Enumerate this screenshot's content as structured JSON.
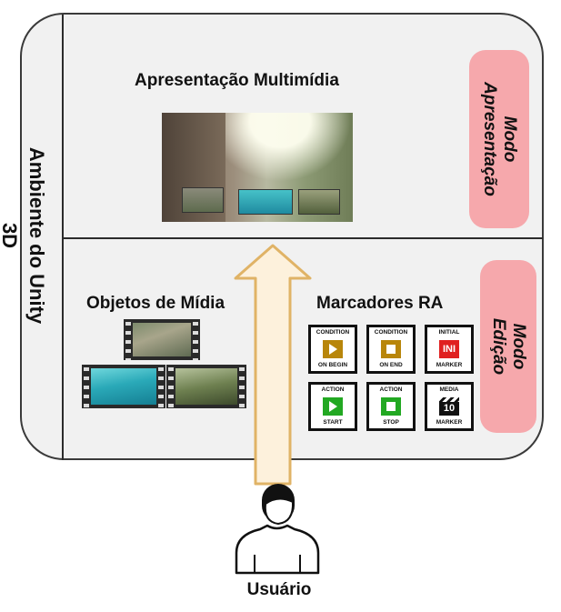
{
  "environment_label": "Ambiente do Unity 3D",
  "presentation": {
    "title": "Apresentação Multimídia",
    "mode_label_line1": "Modo",
    "mode_label_line2": "Apresentação"
  },
  "edition": {
    "media_title": "Objetos de Mídia",
    "markers_title": "Marcadores RA",
    "mode_label_line1": "Modo",
    "mode_label_line2": "Edição",
    "markers": [
      {
        "top": "CONDITION",
        "bottom": "ON BEGIN",
        "icon": "play-icon",
        "color": "#b8860b"
      },
      {
        "top": "CONDITION",
        "bottom": "ON END",
        "icon": "stop-icon",
        "color": "#b8860b"
      },
      {
        "top": "INITIAL",
        "bottom": "MARKER",
        "icon": "ini-icon",
        "icon_text": "INI",
        "color": "#e02020"
      },
      {
        "top": "ACTION",
        "bottom": "START",
        "icon": "play-icon",
        "color": "#22a822"
      },
      {
        "top": "ACTION",
        "bottom": "STOP",
        "icon": "stop-icon",
        "color": "#22a822"
      },
      {
        "top": "MEDIA",
        "bottom": "MARKER",
        "icon": "clapperboard-icon",
        "icon_text": "10",
        "color": "#111111"
      }
    ]
  },
  "user_label": "Usuário",
  "colors": {
    "mode_box": "#f6a8ac",
    "arrow_fill": "#fdf1dc",
    "arrow_stroke": "#e0b366",
    "panel_bg": "#f1f1f1"
  }
}
